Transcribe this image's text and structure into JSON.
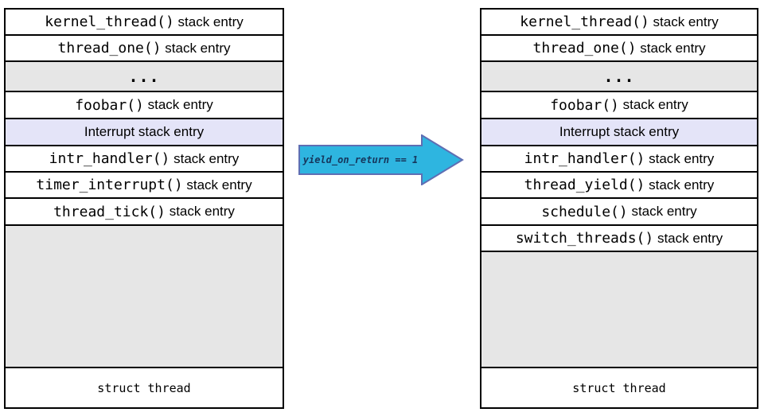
{
  "colors": {
    "box_border": "#000000",
    "elided_row_bg": "#e6e6e6",
    "interrupt_row_bg": "#e4e4f8",
    "unused_stack_bg": "#e6e6e6",
    "arrow_fill": "#2eb5e0",
    "arrow_border": "#5f6eb3",
    "arrow_text_color": "#16365c"
  },
  "arrow": {
    "label": "yield_on_return == 1",
    "icon": "right-arrow-icon"
  },
  "left_stack": {
    "rows": [
      {
        "code": "kernel_thread()",
        "suffix": " stack entry"
      },
      {
        "code": "thread_one()",
        "suffix": " stack entry"
      },
      {
        "code": "...",
        "suffix": ""
      },
      {
        "code": "foobar()",
        "suffix": " stack entry"
      },
      {
        "code": "",
        "suffix": "Interrupt stack entry"
      },
      {
        "code": "intr_handler()",
        "suffix": " stack entry"
      },
      {
        "code": "timer_interrupt()",
        "suffix": " stack entry"
      },
      {
        "code": "thread_tick()",
        "suffix": " stack entry"
      }
    ],
    "footer": "struct thread"
  },
  "right_stack": {
    "rows": [
      {
        "code": "kernel_thread()",
        "suffix": " stack entry"
      },
      {
        "code": "thread_one()",
        "suffix": " stack entry"
      },
      {
        "code": "...",
        "suffix": ""
      },
      {
        "code": "foobar()",
        "suffix": " stack entry"
      },
      {
        "code": "",
        "suffix": "Interrupt stack entry"
      },
      {
        "code": "intr_handler()",
        "suffix": " stack entry"
      },
      {
        "code": "thread_yield()",
        "suffix": " stack entry"
      },
      {
        "code": "schedule()",
        "suffix": " stack entry"
      },
      {
        "code": "switch_threads()",
        "suffix": " stack entry"
      }
    ],
    "footer": "struct thread"
  }
}
